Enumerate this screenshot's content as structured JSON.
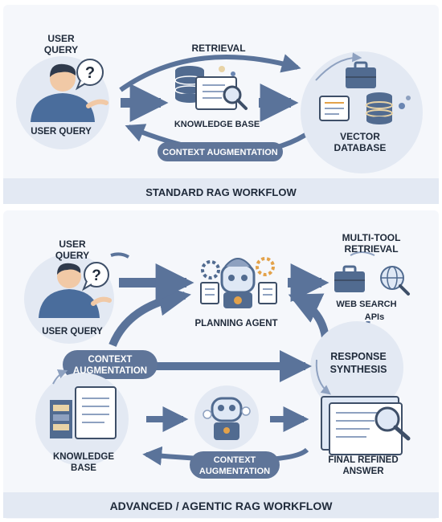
{
  "standard": {
    "user_query_top": "USER",
    "user_query_top2": "QUERY",
    "user_query_bottom": "USER QUERY",
    "retrieval": "RETRIEVAL",
    "knowledge_base": "KNOWLEDGE BASE",
    "context_augmentation": "CONTEXT AUGMENTATION",
    "vector_line1": "VECTOR",
    "vector_line2": "DATABASE",
    "title": "STANDARD RAG WORKFLOW"
  },
  "advanced": {
    "user_query_top": "USER",
    "user_query_top2": "QUERY",
    "user_query_bottom": "USER QUERY",
    "planning_agent": "PLANNING AGENT",
    "multi_tool_line1": "MULTI-TOOL",
    "multi_tool_line2": "RETRIEVAL",
    "web_search": "WEB SEARCH",
    "apis": "APIs",
    "context_aug_left_line1": "CONTEXT",
    "context_aug_left_line2": "AUGMENTATION",
    "response_line1": "RESPONSE",
    "response_line2": "SYNTHESIS",
    "knowledge_line1": "KNOWLEDGE",
    "knowledge_line2": "BASE",
    "context_aug_bottom_line1": "CONTEXT",
    "context_aug_bottom_line2": "AUGMENTATION",
    "final_line1": "FINAL REFINED",
    "final_line2": "ANSWER",
    "title": "ADVANCED / AGENTIC RAG WORKFLOW"
  },
  "colors": {
    "arrow": "#5a739a",
    "pill": "#5f7599",
    "banner": "#e3e9f3",
    "panel": "#f5f7fb",
    "shirt": "#4a6d9c",
    "skin": "#f1c9a6",
    "hair": "#2f3a4c",
    "db": "#516b90",
    "paper": "#ffffff",
    "outline": "#3e4f68",
    "bag": "#6a86b2",
    "tan": "#e8d3a6"
  }
}
